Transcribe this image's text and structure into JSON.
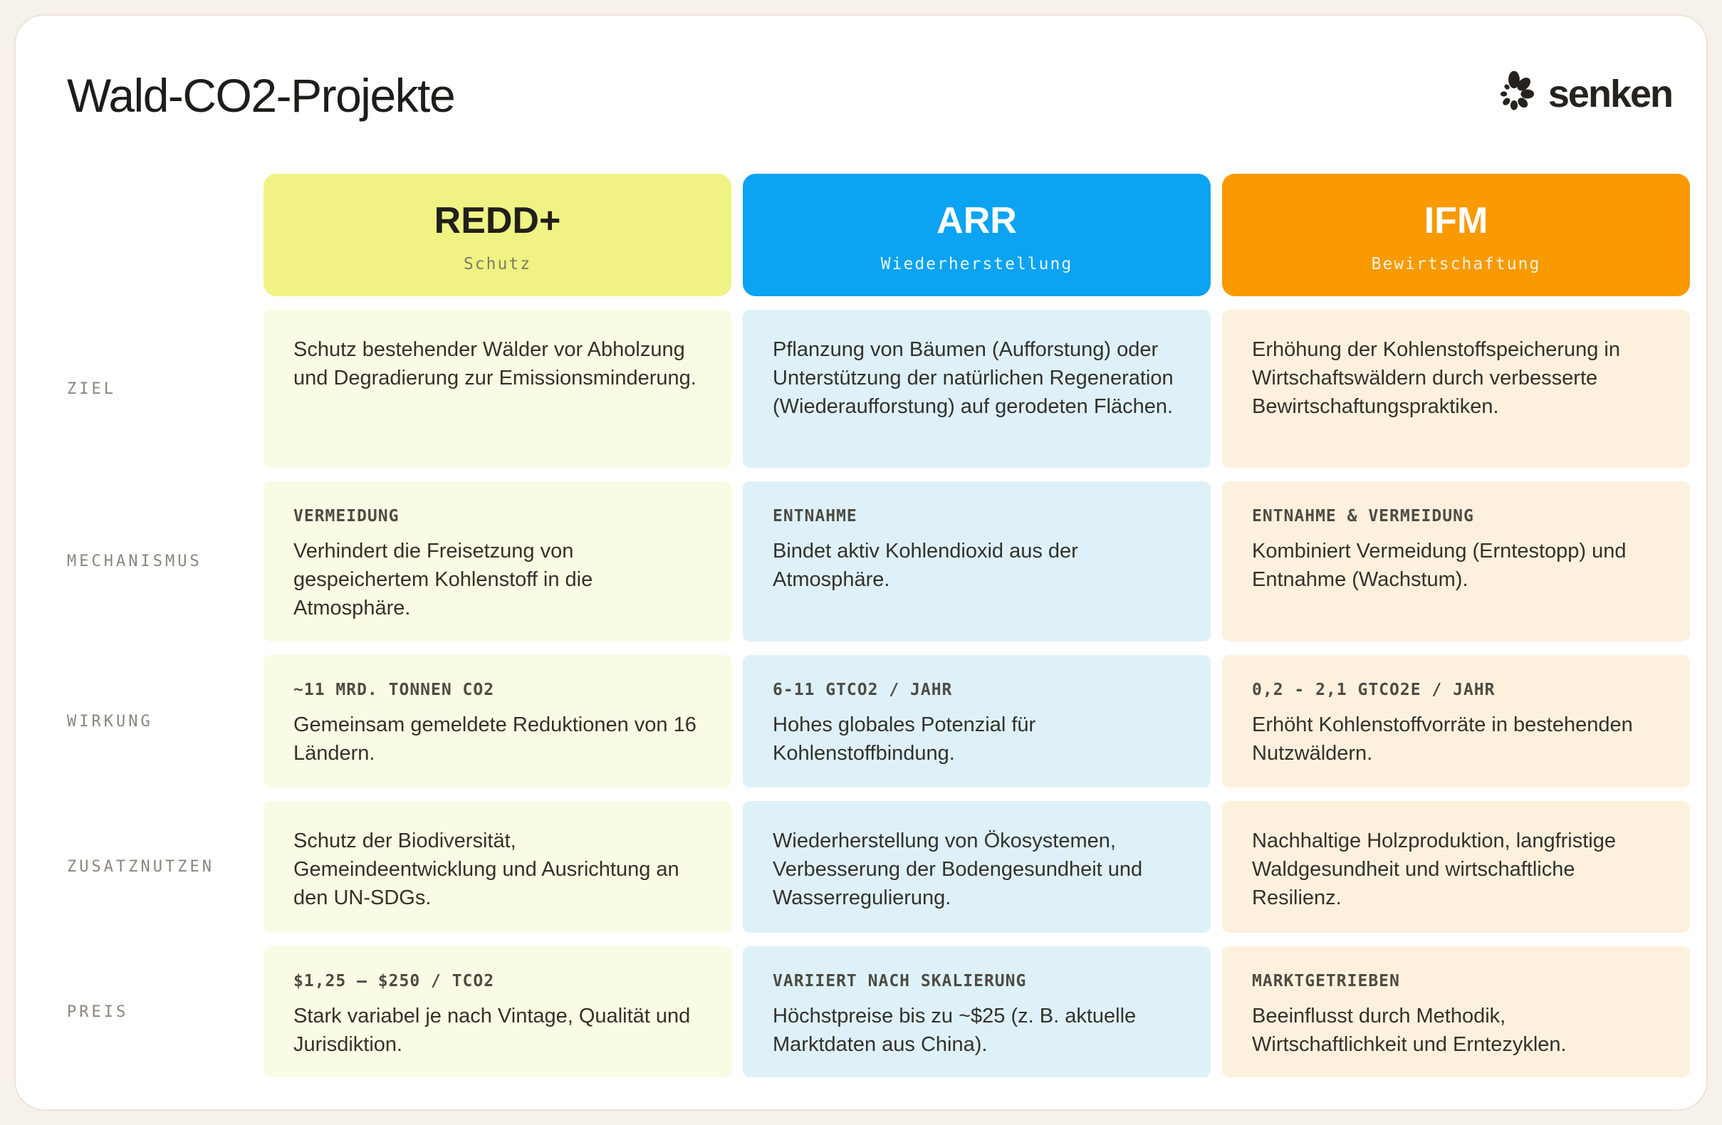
{
  "brand": {
    "name": "senken"
  },
  "colors": {
    "page_bg": "#f6f1ea",
    "card_bg": "#ffffff",
    "card_border": "#ece4d8",
    "redd_header": "#f0f383",
    "arr_header": "#0ba3f2",
    "ifm_header": "#f89a00",
    "redd_cell": "#fafbe4",
    "arr_cell": "#def1f9",
    "ifm_cell": "#fdf1de",
    "body_text": "#33312b",
    "tag_text": "#4d4b43",
    "label_text": "#8a867c"
  },
  "chart_data": {
    "type": "table",
    "title": "Wald-CO2-Projekte",
    "row_labels": [
      "ZIEL",
      "MECHANISMUS",
      "WIRKUNG",
      "ZUSATZNUTZEN",
      "PREIS"
    ],
    "legend_position": "top",
    "columns": [
      {
        "title": "REDD+",
        "subtitle": "Schutz",
        "header_color": "#f0f383",
        "cell_color": "#fafbe4",
        "cells": {
          "ziel": {
            "body": "Schutz bestehender Wälder vor Abholzung und Degradierung zur Emissionsminderung."
          },
          "mechanismus": {
            "tag": "VERMEIDUNG",
            "body": "Verhindert die Freisetzung von gespeichertem Kohlenstoff in die Atmosphäre."
          },
          "wirkung": {
            "tag": "~11 MRD. TONNEN CO2",
            "body": "Gemeinsam gemeldete Reduktionen von 16 Ländern."
          },
          "zusatznutzen": {
            "body": "Schutz der Biodiversität, Gemeindeentwicklung und Ausrichtung an den UN-SDGs."
          },
          "preis": {
            "tag": "$1,25 — $250 / TCO2",
            "body": "Stark variabel je nach Vintage, Qualität und Jurisdiktion."
          }
        }
      },
      {
        "title": "ARR",
        "subtitle": "Wiederherstellung",
        "header_color": "#0ba3f2",
        "cell_color": "#def1f9",
        "cells": {
          "ziel": {
            "body": "Pflanzung von Bäumen (Aufforstung) oder Unterstützung der natürlichen Regeneration (Wiederaufforstung) auf gerodeten Flächen."
          },
          "mechanismus": {
            "tag": "ENTNAHME",
            "body": "Bindet aktiv Kohlendioxid aus der Atmosphäre."
          },
          "wirkung": {
            "tag": "6-11 GTCO2 / JAHR",
            "body": "Hohes globales Potenzial für Kohlenstoffbindung."
          },
          "zusatznutzen": {
            "body": "Wiederherstellung von Ökosystemen, Verbesserung der Bodengesundheit und Wasserregulierung."
          },
          "preis": {
            "tag": "VARIIERT NACH SKALIERUNG",
            "body": "Höchstpreise bis zu ~$25 (z. B. aktuelle Marktdaten aus China)."
          }
        }
      },
      {
        "title": "IFM",
        "subtitle": "Bewirtschaftung",
        "header_color": "#f89a00",
        "cell_color": "#fdf1de",
        "cells": {
          "ziel": {
            "body": "Erhöhung der Kohlenstoffspeicherung in Wirtschaftswäldern durch verbesserte Bewirtschaftungspraktiken."
          },
          "mechanismus": {
            "tag": "ENTNAHME & VERMEIDUNG",
            "body": "Kombiniert Vermeidung (Erntestopp) und Entnahme (Wachstum)."
          },
          "wirkung": {
            "tag": "0,2 - 2,1 GTCO2E / JAHR",
            "body": "Erhöht Kohlenstoffvorräte in bestehenden Nutzwäldern."
          },
          "zusatznutzen": {
            "body": "Nachhaltige Holzproduktion, langfristige Waldgesundheit und wirtschaftliche Resilienz."
          },
          "preis": {
            "tag": "MARKTGETRIEBEN",
            "body": "Beeinflusst durch Methodik, Wirtschaftlichkeit und Erntezyklen."
          }
        }
      }
    ]
  }
}
